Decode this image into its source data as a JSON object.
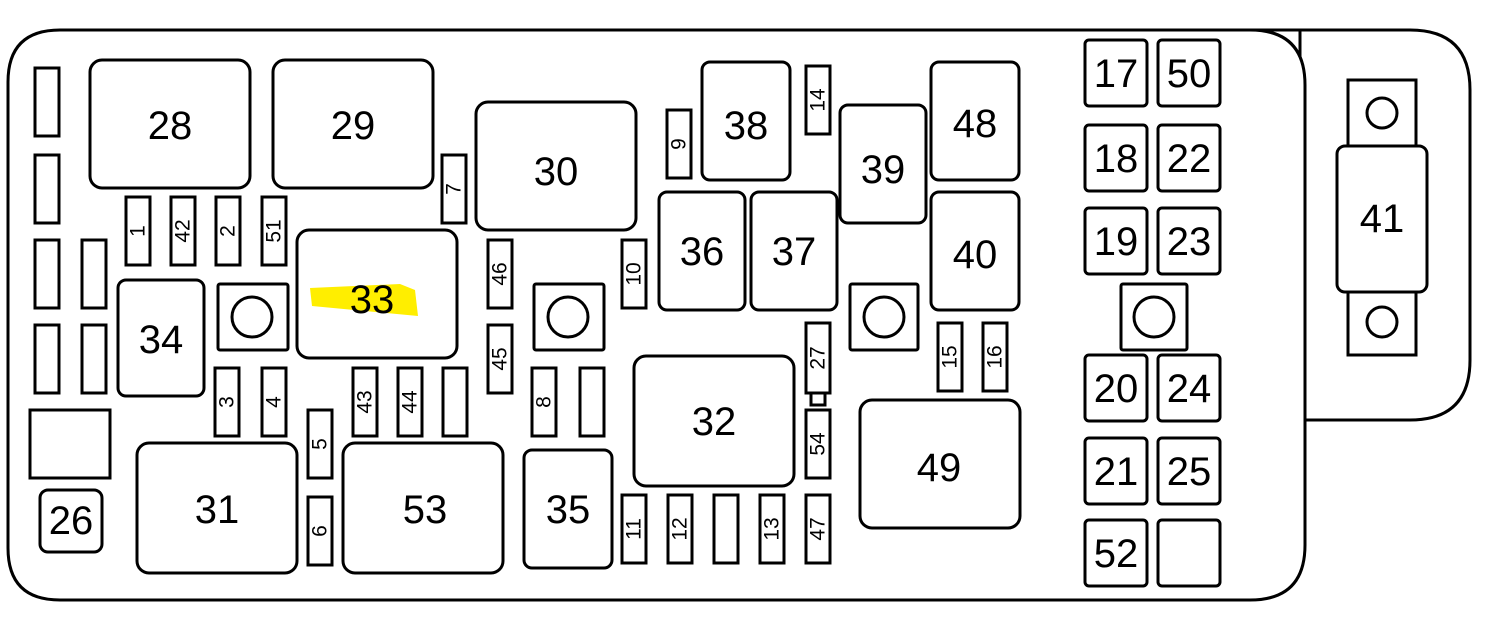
{
  "diagram": {
    "highlight_color": "#ffee00",
    "highlighted_label": "33",
    "labels": {
      "f1": "1",
      "f2": "2",
      "f3": "3",
      "f4": "4",
      "f5": "5",
      "f6": "6",
      "f7": "7",
      "f8": "8",
      "f9": "9",
      "f10": "10",
      "f11": "11",
      "f12": "12",
      "f13": "13",
      "f14": "14",
      "f15": "15",
      "f16": "16",
      "f17": "17",
      "f18": "18",
      "f19": "19",
      "f20": "20",
      "f21": "21",
      "f22": "22",
      "f23": "23",
      "f24": "24",
      "f25": "25",
      "f26": "26",
      "f27": "27",
      "f28": "28",
      "f29": "29",
      "f30": "30",
      "f31": "31",
      "f32": "32",
      "f33": "33",
      "f34": "34",
      "f35": "35",
      "f36": "36",
      "f37": "37",
      "f38": "38",
      "f39": "39",
      "f40": "40",
      "f41": "41",
      "f42": "42",
      "f43": "43",
      "f44": "44",
      "f45": "45",
      "f46": "46",
      "f47": "47",
      "f48": "48",
      "f49": "49",
      "f50": "50",
      "f51": "51",
      "f52": "52",
      "f53": "53",
      "f54": "54"
    }
  }
}
